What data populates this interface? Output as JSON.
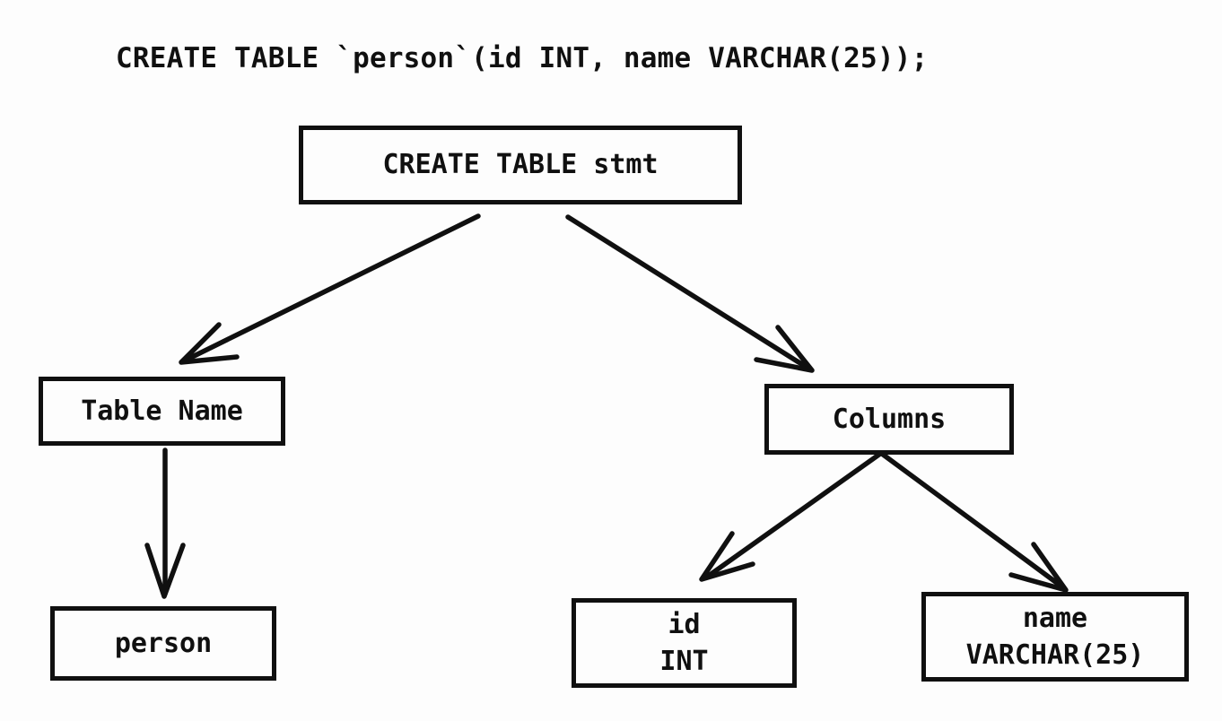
{
  "colors": {
    "ink": "#101010",
    "background": "#fdfdfd"
  },
  "statement": "CREATE TABLE `person`(id INT, name VARCHAR(25));",
  "tree": {
    "root": {
      "label": "CREATE TABLE stmt"
    },
    "table_name": {
      "label": "Table Name"
    },
    "columns": {
      "label": "Columns"
    },
    "person": {
      "label": "person"
    },
    "id_column": {
      "name": "id",
      "type": "INT"
    },
    "name_column": {
      "name": "name",
      "type": "VARCHAR(25)"
    }
  },
  "edges": [
    {
      "from": "create-table-stmt",
      "to": "table-name"
    },
    {
      "from": "create-table-stmt",
      "to": "columns"
    },
    {
      "from": "table-name",
      "to": "person"
    },
    {
      "from": "columns",
      "to": "id-column"
    },
    {
      "from": "columns",
      "to": "name-column"
    }
  ]
}
